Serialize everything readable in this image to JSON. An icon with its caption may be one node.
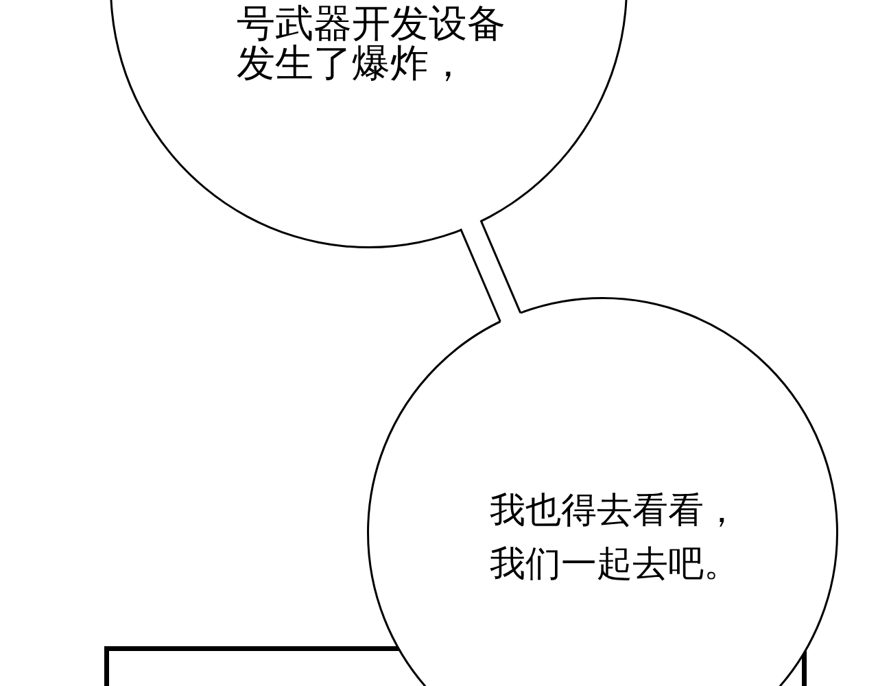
{
  "diagram": {
    "nodes": [
      {
        "text": [
          "号武器开发设备发生了爆炸，"
        ]
      },
      {
        "text": [
          "我也得去看看，我们一起去吧。"
        ]
      }
    ],
    "edges": [
      {
        "from": 0,
        "to": 1,
        "arrow": "none"
      }
    ]
  }
}
